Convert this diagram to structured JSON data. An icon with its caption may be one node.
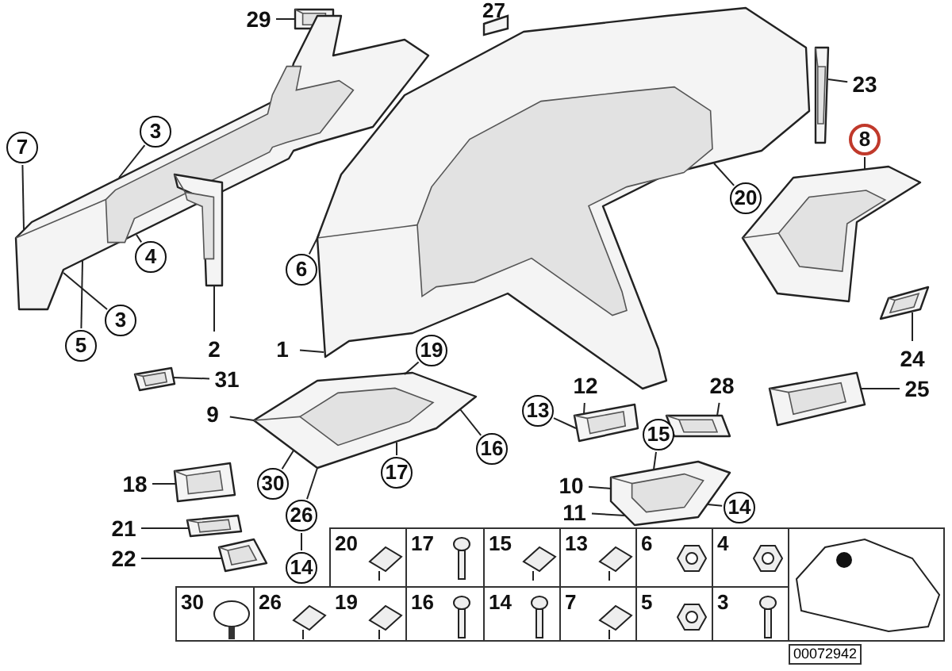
{
  "diagram": {
    "nodes": [
      {
        "text": [
          "29"
        ]
      },
      {
        "text": [
          "23"
        ]
      },
      {
        "text": [
          "8"
        ]
      },
      {
        "text": [
          "3"
        ]
      },
      {
        "text": [
          "7"
        ]
      },
      {
        "text": [
          "4"
        ]
      },
      {
        "text": [
          "6"
        ]
      },
      {
        "text": [
          "20"
        ]
      },
      {
        "text": [
          "5"
        ]
      },
      {
        "text": [
          "3"
        ]
      },
      {
        "text": [
          "2"
        ]
      },
      {
        "text": [
          "1"
        ]
      },
      {
        "text": [
          "19"
        ]
      },
      {
        "text": [
          "31"
        ]
      },
      {
        "text": [
          "24"
        ]
      },
      {
        "text": [
          "12"
        ]
      },
      {
        "text": [
          "28"
        ]
      },
      {
        "text": [
          "25"
        ]
      },
      {
        "text": [
          "9"
        ]
      },
      {
        "text": [
          "13"
        ]
      },
      {
        "text": [
          "15"
        ]
      },
      {
        "text": [
          "16"
        ]
      },
      {
        "text": [
          "17"
        ]
      },
      {
        "text": [
          "18"
        ]
      },
      {
        "text": [
          "30"
        ]
      },
      {
        "text": [
          "10"
        ]
      },
      {
        "text": [
          "26"
        ]
      },
      {
        "text": [
          "11"
        ]
      },
      {
        "text": [
          "14"
        ]
      },
      {
        "text": [
          "21"
        ]
      },
      {
        "text": [
          "22"
        ]
      },
      {
        "text": [
          "14"
        ]
      },
      {
        "text": [],
        "shape": "picture"
      },
      {
        "text": [],
        "shape": "picture"
      },
      {
        "text": [],
        "shape": "picture"
      },
      {
        "text": [],
        "shape": "picture"
      },
      {
        "text": [],
        "shape": "picture"
      },
      {
        "text": [],
        "shape": "picture"
      },
      {
        "text": [],
        "shape": "picture"
      },
      {
        "text": [],
        "shape": "picture"
      },
      {
        "text": [],
        "shape": "picture"
      },
      {
        "text": [],
        "shape": "picture"
      },
      {
        "text": [],
        "shape": "picture"
      },
      {
        "text": [],
        "shape": "picture"
      },
      {
        "text": [],
        "shape": "picture"
      },
      {
        "text": [],
        "shape": "picture"
      },
      {
        "text": [],
        "shape": "picture"
      },
      {
        "text": [],
        "shape": "picture"
      }
    ],
    "edges": [
      {
        "from": 0,
        "to": 32,
        "arrow": "none"
      },
      {
        "from": 1,
        "to": 33,
        "arrow": "none"
      },
      {
        "from": 2,
        "to": 34,
        "arrow": "none"
      },
      {
        "from": 3,
        "to": 35,
        "arrow": "none"
      },
      {
        "from": 4,
        "to": 35,
        "arrow": "none"
      },
      {
        "from": 5,
        "to": 35,
        "arrow": "none"
      },
      {
        "from": 6,
        "to": 36,
        "arrow": "none"
      },
      {
        "from": 7,
        "to": 36,
        "arrow": "none"
      },
      {
        "from": 8,
        "to": 35,
        "arrow": "none"
      },
      {
        "from": 9,
        "to": 35,
        "arrow": "none"
      },
      {
        "from": 10,
        "to": 37,
        "arrow": "none"
      },
      {
        "from": 11,
        "to": 36,
        "arrow": "none"
      },
      {
        "from": 12,
        "to": 38,
        "arrow": "none"
      },
      {
        "from": 13,
        "to": 39,
        "arrow": "none"
      },
      {
        "from": 14,
        "to": 40,
        "arrow": "none"
      },
      {
        "from": 15,
        "to": 41,
        "arrow": "none"
      },
      {
        "from": 16,
        "to": 42,
        "arrow": "none"
      },
      {
        "from": 17,
        "to": 43,
        "arrow": "none"
      },
      {
        "from": 18,
        "to": 38,
        "arrow": "none"
      },
      {
        "from": 19,
        "to": 41,
        "arrow": "none"
      },
      {
        "from": 20,
        "to": 44,
        "arrow": "none"
      },
      {
        "from": 21,
        "to": 38,
        "arrow": "none"
      },
      {
        "from": 22,
        "to": 38,
        "arrow": "none"
      },
      {
        "from": 23,
        "to": 45,
        "arrow": "none"
      },
      {
        "from": 24,
        "to": 38,
        "arrow": "none"
      },
      {
        "from": 25,
        "to": 44,
        "arrow": "none"
      },
      {
        "from": 26,
        "to": 38,
        "arrow": "none"
      },
      {
        "from": 27,
        "to": 44,
        "arrow": "none"
      },
      {
        "from": 28,
        "to": 44,
        "arrow": "none"
      },
      {
        "from": 29,
        "to": 46,
        "arrow": "none"
      },
      {
        "from": 30,
        "to": 47,
        "arrow": "none"
      },
      {
        "from": 26,
        "to": 31,
        "arrow": "none"
      }
    ],
    "labels": [
      "27",
      "20",
      "17",
      "15",
      "13",
      "6",
      "4",
      "30",
      "26",
      "19",
      "16",
      "14",
      "7",
      "5",
      "3",
      "00072942"
    ]
  }
}
